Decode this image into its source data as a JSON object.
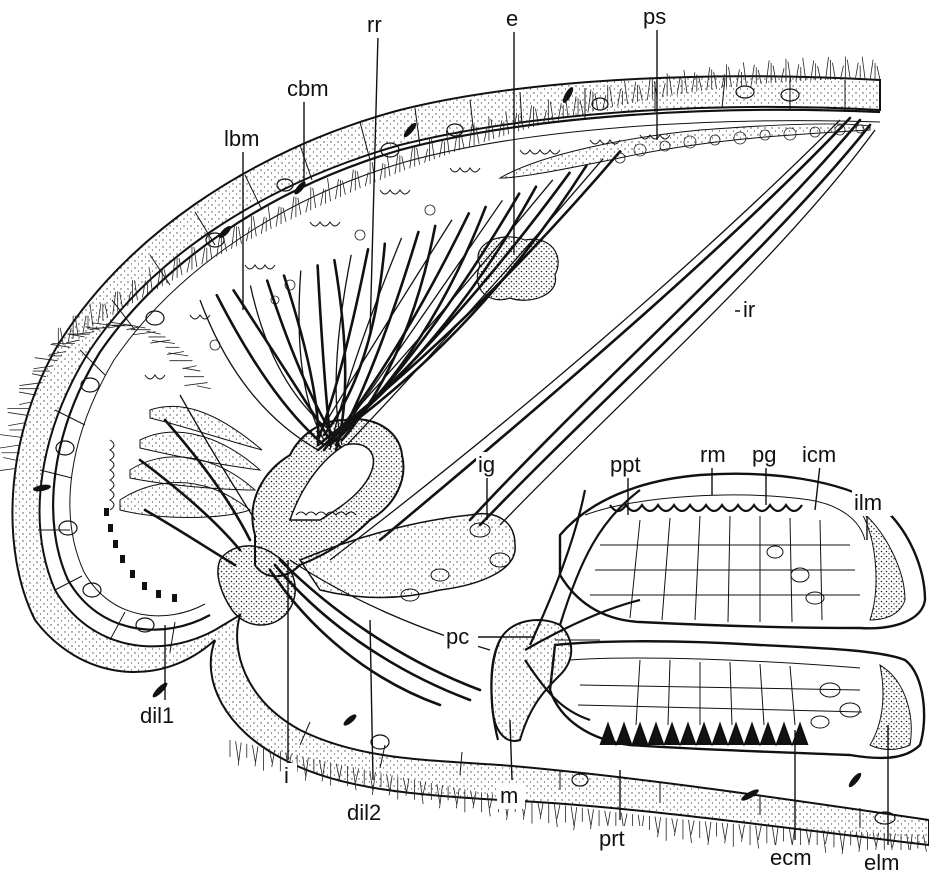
{
  "labels": {
    "ps": "ps",
    "e": "e",
    "rr": "rr",
    "cbm": "cbm",
    "lbm": "lbm",
    "ir": "ir",
    "ig": "ig",
    "ppt": "ppt",
    "rm": "rm",
    "pg": "pg",
    "icm": "icm",
    "ilm": "ilm",
    "pc": "pc",
    "dil1": "dil1",
    "i": "i",
    "dil2": "dil2",
    "m": "m",
    "prt": "prt",
    "ecm": "ecm",
    "elm": "elm"
  },
  "colors": {
    "ink": "#111111",
    "paper": "#ffffff"
  }
}
